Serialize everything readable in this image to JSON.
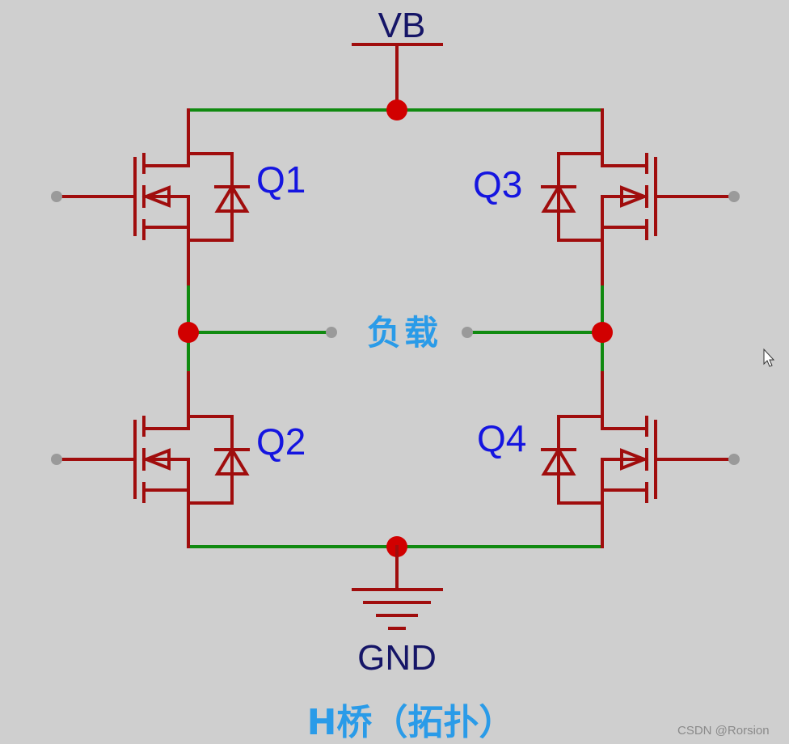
{
  "nets": {
    "supply": "VB",
    "ground": "GND"
  },
  "transistors": [
    {
      "id": "q1",
      "label": "Q1"
    },
    {
      "id": "q2",
      "label": "Q2"
    },
    {
      "id": "q3",
      "label": "Q3"
    },
    {
      "id": "q4",
      "label": "Q4"
    }
  ],
  "load_label": "负载",
  "title": "H桥（拓扑）",
  "watermark": "CSDN @Rorsion",
  "colors": {
    "background": "#cfcfcf",
    "wire": "#108a10",
    "component": "#a00d0d",
    "junction": "#d10000",
    "net_label": "#151567",
    "ref_label": "#1515e0",
    "annotation": "#2a9be8"
  }
}
